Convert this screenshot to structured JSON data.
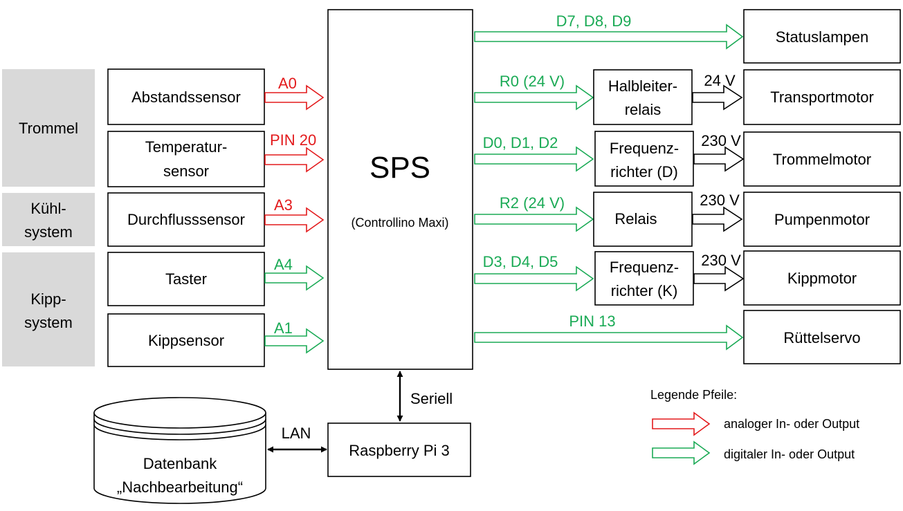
{
  "groups": {
    "trommel": "Trommel",
    "kuehl_line1": "Kühl-",
    "kuehl_line2": "system",
    "kipp_line1": "Kipp-",
    "kipp_line2": "system"
  },
  "sensors": {
    "abstand": "Abstandssensor",
    "temperatur_line1": "Temperatur-",
    "temperatur_line2": "sensor",
    "durchfluss": "Durchflusssensor",
    "taster": "Taster",
    "kippsensor": "Kippsensor"
  },
  "inputs": {
    "a0": "A0",
    "pin20": "PIN 20",
    "a3": "A3",
    "a4": "A4",
    "a1": "A1"
  },
  "plc": {
    "title": "SPS",
    "subtitle": "(Controllino Maxi)"
  },
  "outputs": {
    "d789": "D7, D8, D9",
    "r0": "R0 (24 V)",
    "d012": "D0, D1, D2",
    "r2": "R2 (24 V)",
    "d345": "D3, D4, D5",
    "pin13": "PIN 13"
  },
  "intermediates": {
    "halbleiter_line1": "Halbleiter-",
    "halbleiter_line2": "relais",
    "freq_d_line1": "Frequenz-",
    "freq_d_line2": "richter (D)",
    "relais": "Relais",
    "freq_k_line1": "Frequenz-",
    "freq_k_line2": "richter (K)"
  },
  "voltages": {
    "v_transport": "24 V",
    "v_trommel": "230 V",
    "v_pumpe": "230 V",
    "v_kipp": "230 V"
  },
  "actuators": {
    "statuslampen": "Statuslampen",
    "transportmotor": "Transportmotor",
    "trommelmotor": "Trommelmotor",
    "pumpenmotor": "Pumpenmotor",
    "kippmotor": "Kippmotor",
    "ruettelservo": "Rüttelservo"
  },
  "comm": {
    "seriell": "Seriell",
    "lan": "LAN",
    "raspberry": "Raspberry Pi 3",
    "db_line1": "Datenbank",
    "db_line2": "„Nachbearbeitung“"
  },
  "legend": {
    "title": "Legende Pfeile:",
    "analog": "analoger In- oder Output",
    "digital": "digitaler In- oder Output"
  },
  "colors": {
    "analog_arrow": "#e31a1c",
    "digital_arrow": "#1aaa55",
    "group_fill": "#d9d9d9",
    "outline": "#000000"
  }
}
